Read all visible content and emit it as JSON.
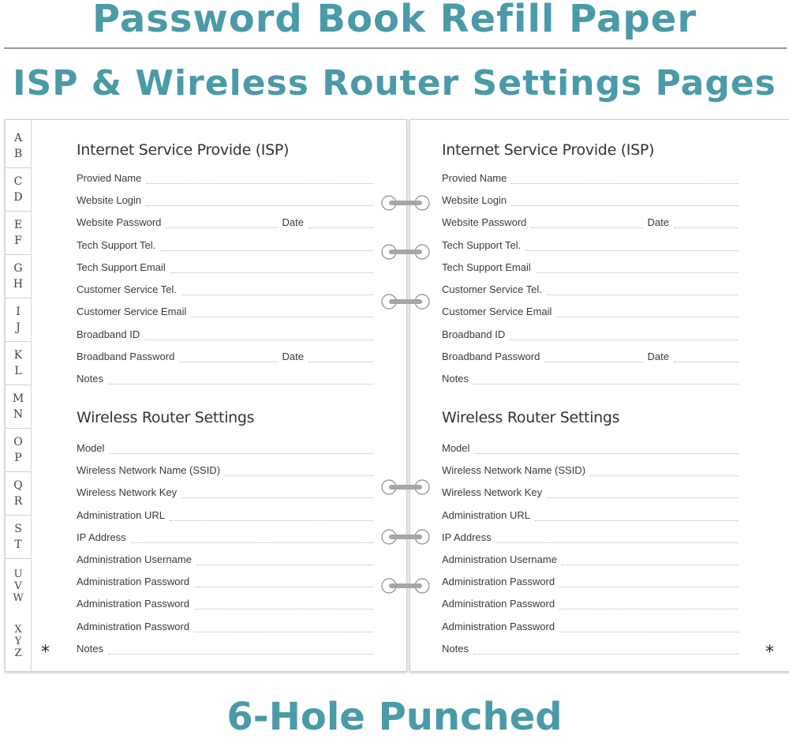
{
  "banner": {
    "title": "Password Book Refill Paper",
    "subtitle": "ISP & Wireless Router Settings Pages",
    "footer": "6-Hole Punched"
  },
  "tabs": [
    [
      "A",
      "B"
    ],
    [
      "C",
      "D"
    ],
    [
      "E",
      "F"
    ],
    [
      "G",
      "H"
    ],
    [
      "I",
      "J"
    ],
    [
      "K",
      "L"
    ],
    [
      "M",
      "N"
    ],
    [
      "O",
      "P"
    ],
    [
      "Q",
      "R"
    ],
    [
      "S",
      "T"
    ],
    [
      "U",
      "V",
      "W"
    ],
    [
      "X",
      "Y",
      "Z"
    ]
  ],
  "isp": {
    "heading": "Internet Service Provide (ISP)",
    "fields": [
      {
        "label": "Provied Name"
      },
      {
        "label": "Website Login"
      },
      {
        "label": "Website Password",
        "date": "Date"
      },
      {
        "label": "Tech Support Tel."
      },
      {
        "label": "Tech Support Email"
      },
      {
        "label": "Customer Service Tel."
      },
      {
        "label": "Customer Service Email"
      },
      {
        "label": "Broadband ID"
      },
      {
        "label": "Broadband Password",
        "date": "Date"
      },
      {
        "label": "Notes"
      }
    ]
  },
  "router": {
    "heading": "Wireless Router Settings",
    "fields": [
      {
        "label": "Model"
      },
      {
        "label": "Wireless Network Name (SSID)"
      },
      {
        "label": "Wireless Network Key"
      },
      {
        "label": "Administration URL"
      },
      {
        "label": "IP Address"
      },
      {
        "label": "Administration Username"
      },
      {
        "label": "Administration Password"
      },
      {
        "label": "Administration Password"
      },
      {
        "label": "Administration Password"
      },
      {
        "label": "Notes"
      }
    ]
  },
  "star": "*",
  "colors": {
    "accent": "#4a9aa8",
    "ring": "#a6a6a6"
  },
  "icons": [
    "binder-ring-icon",
    "star-icon"
  ]
}
